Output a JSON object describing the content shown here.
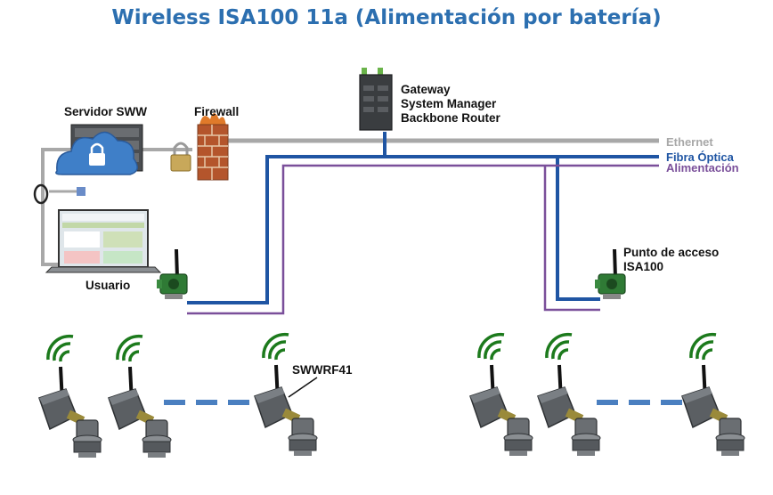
{
  "title": "Wireless ISA100 11a (Alimentación por batería)",
  "labels": {
    "server": "Servidor SWW",
    "firewall": "Firewall",
    "gateway": [
      "Gateway",
      "System Manager",
      "Backbone Router"
    ],
    "user": "Usuario",
    "access_point": [
      "Punto de acceso",
      "ISA100"
    ],
    "device": "SWWRF41"
  },
  "legend": [
    {
      "key": "ethernet",
      "label": "Ethernet",
      "color": "#a8a8a8"
    },
    {
      "key": "fiber",
      "label": "Fibra Óptica",
      "color": "#1f55a3"
    },
    {
      "key": "power",
      "label": "Alimentación",
      "color": "#7a4f9a"
    }
  ],
  "colors": {
    "title": "#2c6fb0",
    "device_body": "#5b5f63",
    "signal": "#1c7a1c",
    "link_dash": "#4a7fc0"
  },
  "icons": [
    "server-cloud-icon",
    "padlock-icon",
    "firewall-icon",
    "gateway-icon",
    "laptop-icon",
    "key-icon",
    "access-point-icon",
    "wireless-device-icon",
    "signal-icon"
  ]
}
